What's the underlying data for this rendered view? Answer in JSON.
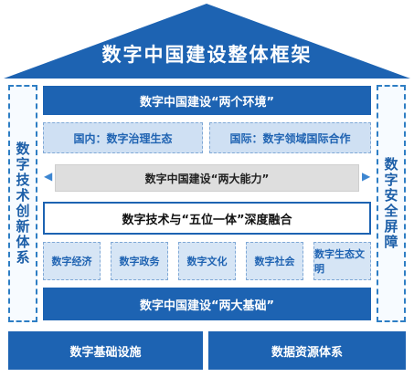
{
  "title": "数字中国建设整体框架",
  "left_pillar": "数字技术创新体系",
  "right_pillar": "数字安全屏障",
  "two_environments": "数字中国建设“两个环境”",
  "domestic": "国内：数字治理生态",
  "international": "国际：数字领域国际合作",
  "two_capabilities": "数字中国建设“两大能力”",
  "fusion": "数字技术与“五位一体”深度融合",
  "domains": [
    "数字经济",
    "数字政务",
    "数字文化",
    "数字社会",
    "数字生态文明"
  ],
  "two_foundations": "数字中国建设“两大基础”",
  "foundation_left": "数字基础设施",
  "foundation_right": "数据资源体系",
  "colors": {
    "primary": "#1d63b2",
    "light": "#cfe0f3",
    "accent": "#3d86d1"
  },
  "icons": {
    "chevron_left": "chevron-left-icon",
    "chevron_right": "chevron-right-icon"
  }
}
